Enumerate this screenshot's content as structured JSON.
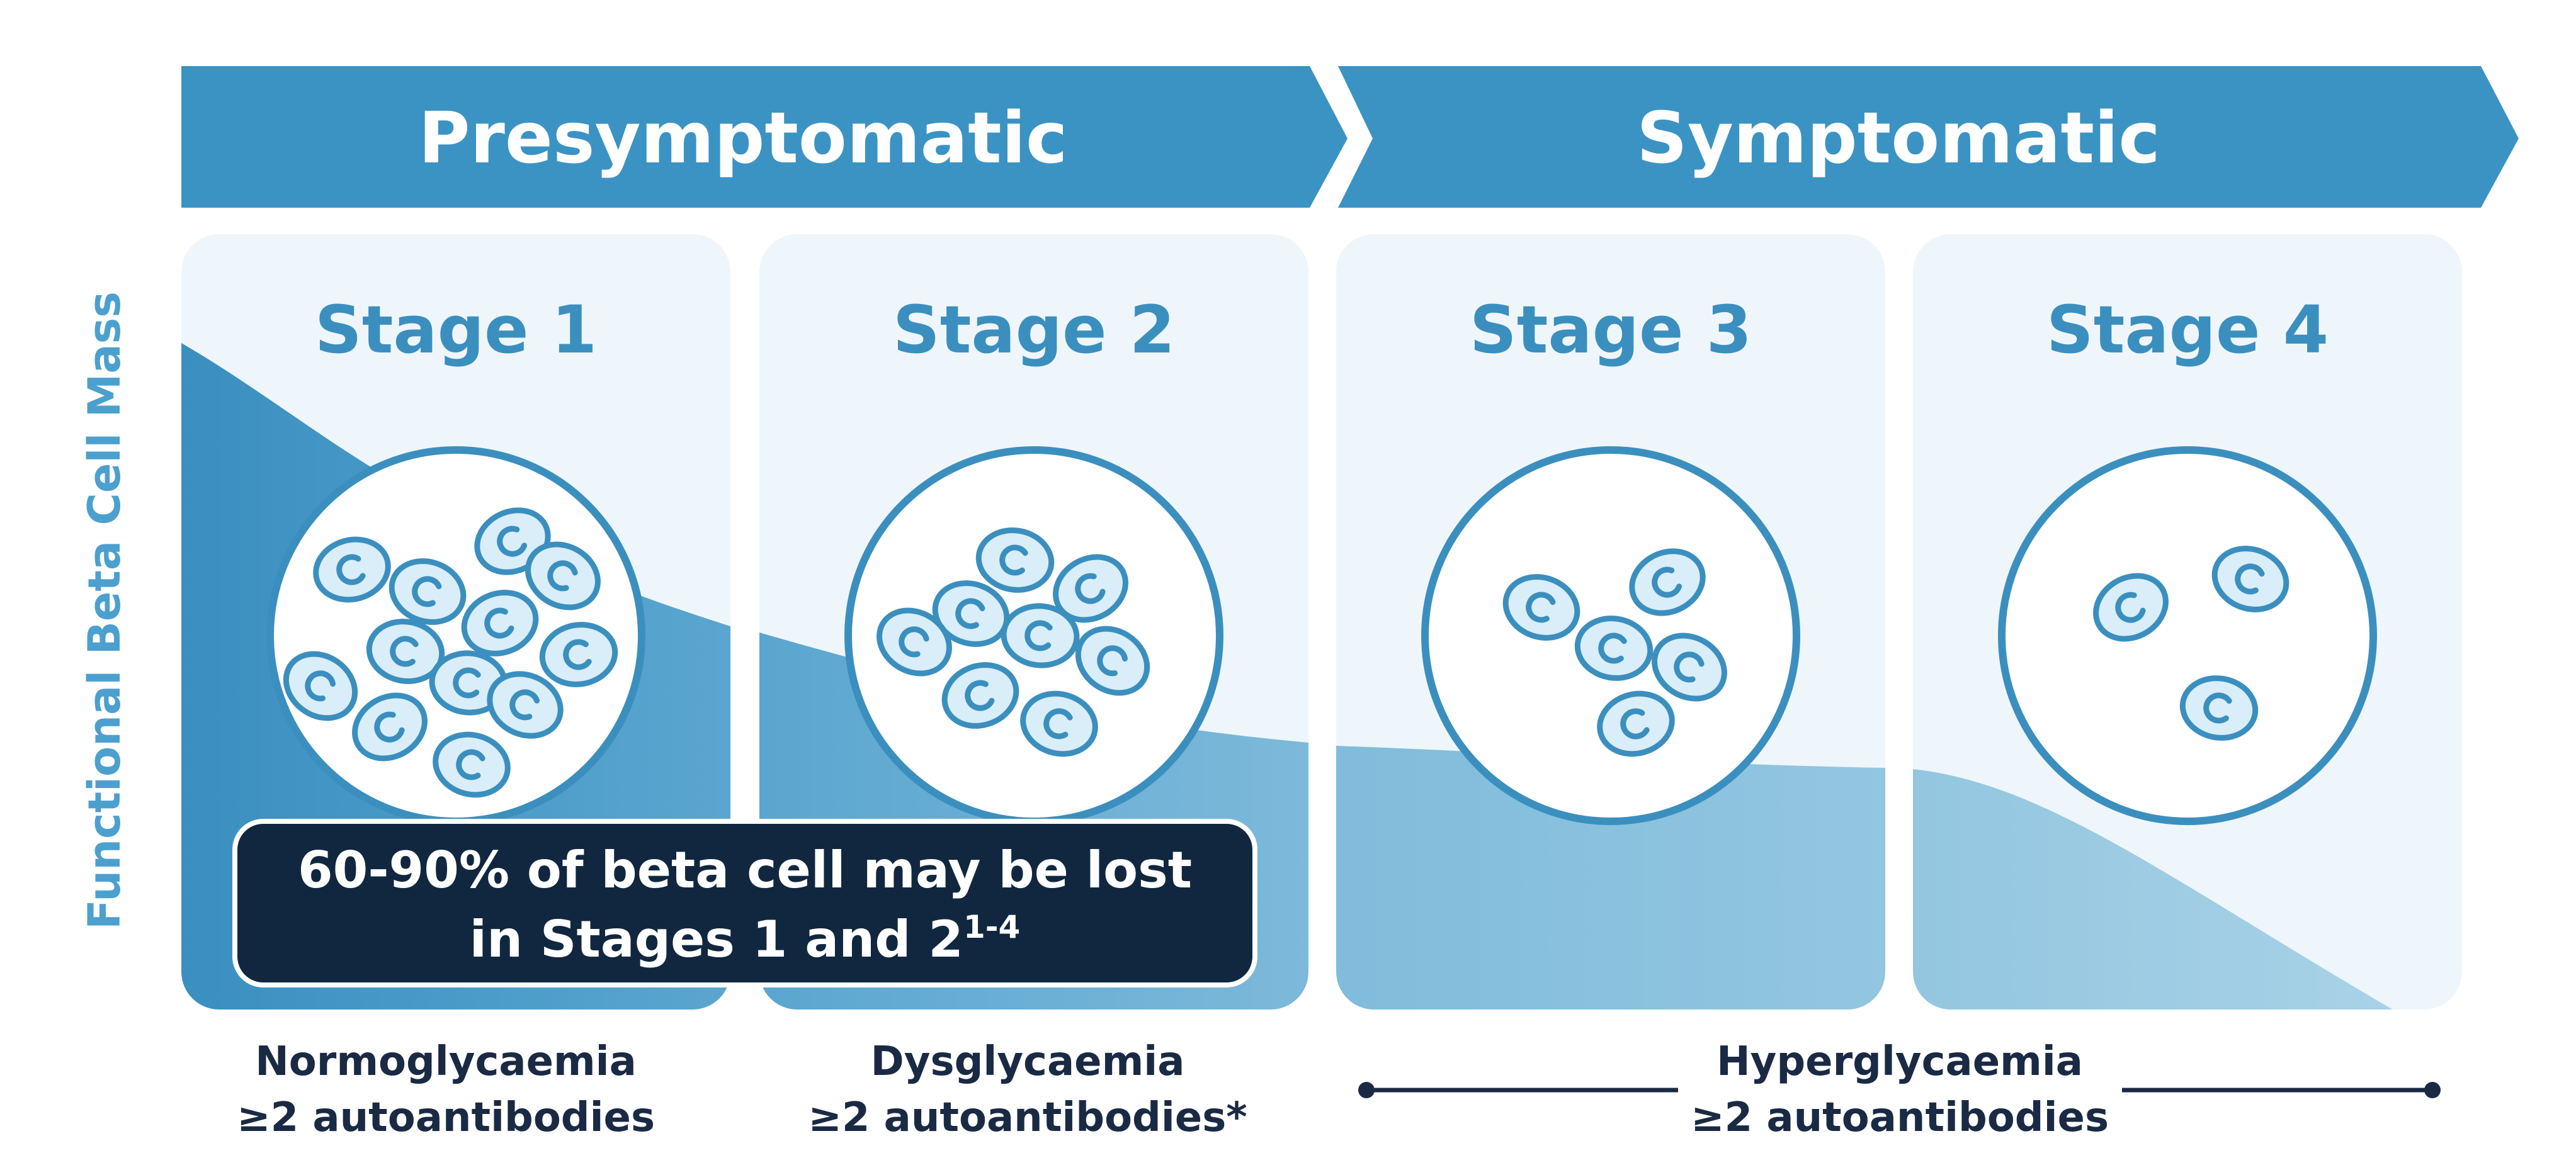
{
  "phases": {
    "presymptomatic": "Presymptomatic",
    "symptomatic": "Symptomatic"
  },
  "y_axis_label": "Functional Beta Cell Mass",
  "stages": [
    {
      "label": "Stage 1",
      "cells": 12
    },
    {
      "label": "Stage 2",
      "cells": 8
    },
    {
      "label": "Stage 3",
      "cells": 5
    },
    {
      "label": "Stage 4",
      "cells": 3
    }
  ],
  "callout": {
    "line1": "60-90% of beta cell may be lost",
    "line2": "in Stages 1 and 2",
    "superscript": "1-4"
  },
  "captions": [
    {
      "line1": "Normoglycaemia",
      "line2": "≥2 autoantibodies"
    },
    {
      "line1": "Dysglycaemia",
      "line2": "≥2 autoantibodies*"
    },
    {
      "line1": "Hyperglycaemia",
      "line2": "≥2 autoantibodies"
    }
  ],
  "colors": {
    "arrow": "#3b93c4",
    "panel": "#eef6fb",
    "mass_dark": "#3a8fc0",
    "mass_light": "#8fc4de",
    "callout_bg": "#112740",
    "caption_text": "#1a2a44"
  }
}
